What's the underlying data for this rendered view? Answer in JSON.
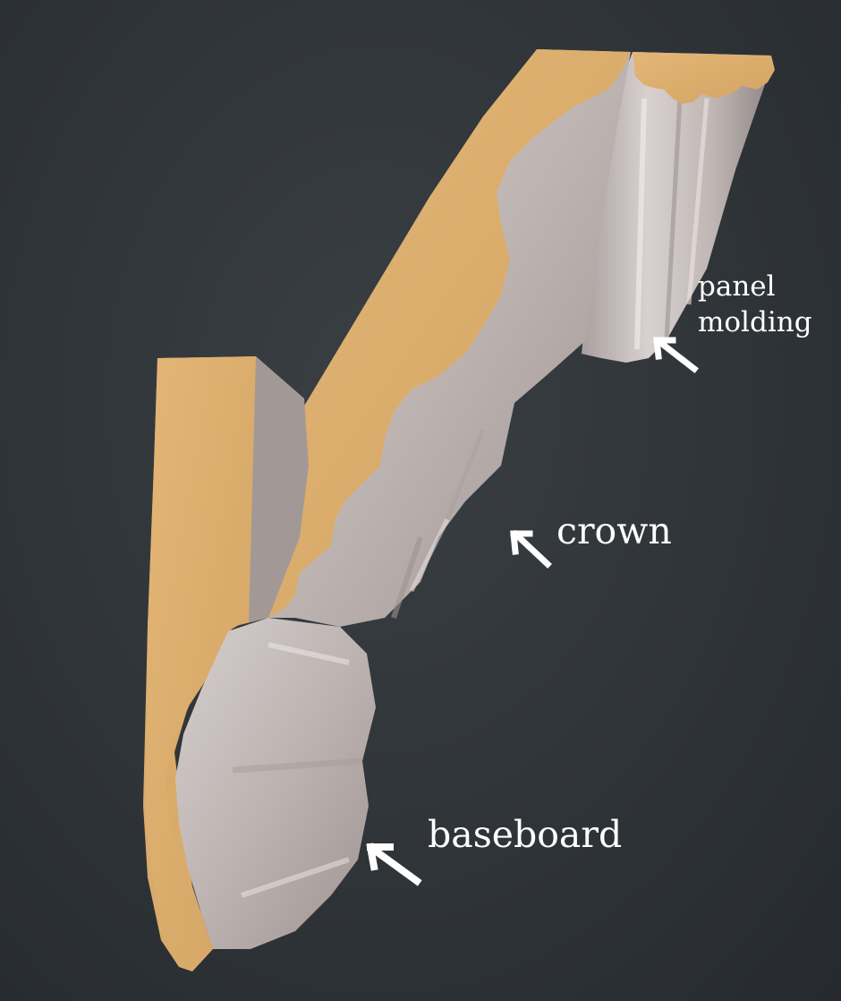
{
  "labels": {
    "panel_line1": "panel",
    "panel_line2": "molding",
    "crown": "crown",
    "baseboard": "baseboard"
  },
  "colors": {
    "background": "#2e3236",
    "mdf_core": "#dcae6e",
    "paint_face": "#cbc3c2",
    "label_text": "#ffffff"
  },
  "icons": [
    "arrow-up-left-icon"
  ]
}
